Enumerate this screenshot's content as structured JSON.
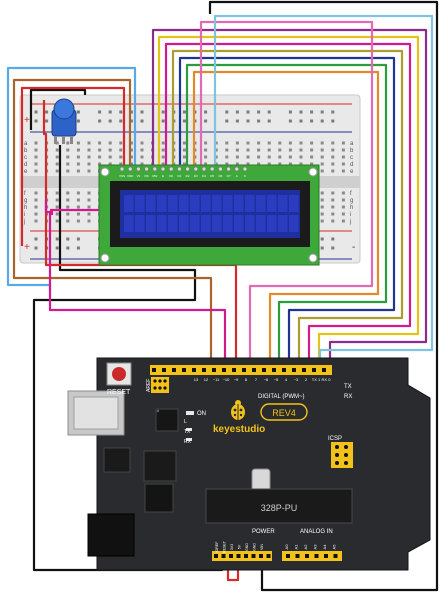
{
  "board": {
    "brand": "keyestudio",
    "revision": "REV4",
    "chip": "328P-PU",
    "reset_label": "RESET",
    "on_label": "ON",
    "tx_label": "TX",
    "rx_label": "RX",
    "l_label": "L",
    "icsp_label": "ICSP",
    "aref_label": "AREF",
    "digital_label": "DIGITAL (PWM~)",
    "power_label": "POWER",
    "analog_label": "ANALOG IN",
    "digital_pins": [
      "13",
      "12",
      "~11",
      "~10",
      "~9",
      "8",
      "7",
      "~6",
      "~5",
      "4",
      "~3",
      "2",
      "TX 1",
      "RX 0"
    ],
    "power_pins": [
      "IOREF",
      "RESET",
      "3V3",
      "5V",
      "GND",
      "GND",
      "VIN"
    ],
    "analog_pins": [
      "A0",
      "A1",
      "A2",
      "A3",
      "A4",
      "A5"
    ]
  },
  "breadboard": {
    "row_letters_top": [
      "a",
      "b",
      "c",
      "d",
      "e"
    ],
    "row_letters_bottom": [
      "f",
      "g",
      "h",
      "i",
      "j"
    ],
    "plus_sign": "+",
    "minus_sign": "-"
  },
  "lcd": {
    "pin_labels": [
      "VSS",
      "VDD",
      "V0",
      "RS",
      "RW",
      "E",
      "D0",
      "D1",
      "D2",
      "D3",
      "D4",
      "D5",
      "D6",
      "D7",
      "A",
      "K"
    ],
    "columns": 16,
    "rows": 2
  },
  "colors": {
    "board": "#2a2b2e",
    "lcd_pcb": "#3fa83b",
    "lcd_screen": "#1f2f9e",
    "header": "#f2c21b",
    "breadboard": "#e9e9e9",
    "pot": "#2d63c7"
  },
  "wires": [
    {
      "name": "wire-light-blue-outer",
      "color": "#5aa9e6"
    },
    {
      "name": "wire-brown",
      "color": "#a8642c"
    },
    {
      "name": "wire-red-5v",
      "color": "#d52a2a"
    },
    {
      "name": "wire-black-gnd",
      "color": "#111111"
    },
    {
      "name": "wire-purple",
      "color": "#8b2c8a"
    },
    {
      "name": "wire-yellow",
      "color": "#e3c318"
    },
    {
      "name": "wire-magenta",
      "color": "#d21a8f"
    },
    {
      "name": "wire-olive",
      "color": "#aa9c2f"
    },
    {
      "name": "wire-navy",
      "color": "#1f3591"
    },
    {
      "name": "wire-green",
      "color": "#2d9c3e"
    },
    {
      "name": "wire-orange",
      "color": "#e08a2a"
    },
    {
      "name": "wire-pink",
      "color": "#e26ab4"
    },
    {
      "name": "wire-light-blue-inner",
      "color": "#7fc3df"
    }
  ]
}
